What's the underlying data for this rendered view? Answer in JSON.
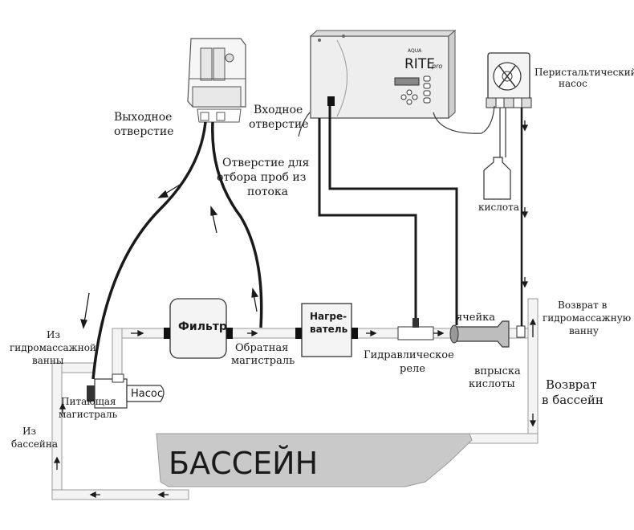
{
  "labels": {
    "outlet": [
      "Выходное",
      "отверстие"
    ],
    "inlet": [
      "Входное",
      "отверстие"
    ],
    "sample_port": [
      "Отверстие для",
      "отбора проб из",
      "потока"
    ],
    "peristaltic_pump": [
      "Перистальтический",
      "насос"
    ],
    "acid": "кислота",
    "from_spa": [
      "Из",
      "гидромассажной",
      "ванны"
    ],
    "filter": "Фильтр",
    "heater": [
      "Нагре-",
      "ватель"
    ],
    "return_line": [
      "Обратная",
      "магистраль"
    ],
    "flow_switch": [
      "Гидравлическое",
      "реле"
    ],
    "cell": "ячейка",
    "acid_injection": [
      "впрыска",
      "кислоты"
    ],
    "return_to_spa": [
      "Возврат в",
      "гидромассажную",
      "ванну"
    ],
    "return_to_pool": [
      "Возврат",
      "в бассейн"
    ],
    "feed_line": [
      "Питающая",
      "магистраль"
    ],
    "pump": "Насос",
    "from_pool": [
      "Из",
      "бассейна"
    ],
    "pool": "БАССЕЙН",
    "controller_brand_small": "AQUA",
    "controller_brand": "RITE",
    "controller_brand_suffix": "pro"
  },
  "colors": {
    "pipe": "#f4f4f4",
    "pipe_outline": "#9a9a9a",
    "pool_fill": "#c9c9c9",
    "cable": "#1a1a1a",
    "device_fill": "#eeeeee"
  }
}
